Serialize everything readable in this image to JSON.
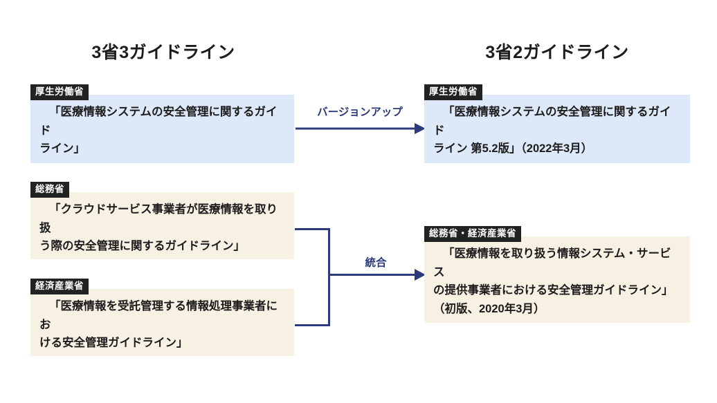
{
  "diagram": {
    "columns": {
      "left_title": "3省3ガイドライン",
      "right_title": "3省2ガイドライン"
    },
    "colors": {
      "blue_card": "#dde8f8",
      "cream_card": "#f7f1e3",
      "badge": "#222222",
      "connector": "#2b3a7a",
      "text": "#1b1b1b",
      "background": "#ffffff"
    },
    "cards": {
      "mhlw_old": {
        "badge": "厚生労働省",
        "line1": "「医療情報システムの安全管理に関するガイド",
        "line2": "ライン」",
        "tone": "blue"
      },
      "mhlw_new": {
        "badge": "厚生労働省",
        "line1": "「医療情報システムの安全管理に関するガイド",
        "line2": "ライン 第5.2版」（2022年3月）",
        "tone": "blue"
      },
      "soumu": {
        "badge": "総務省",
        "line1": "「クラウドサービス事業者が医療情報を取り扱",
        "line2": "う際の安全管理に関するガイドライン」",
        "tone": "cream"
      },
      "meti": {
        "badge": "経済産業省",
        "line1": "「医療情報を受託管理する情報処理事業者にお",
        "line2": "ける安全管理ガイドライン」",
        "tone": "cream"
      },
      "merged": {
        "badge": "総務省・経済産業省",
        "line1": "「医療情報を取り扱う情報システム・サービス",
        "line2": "の提供事業者における安全管理ガイドライン」",
        "line3": "（初版、2020年3月）",
        "tone": "cream"
      }
    },
    "connectors": {
      "version_up_label": "バージョンアップ",
      "merge_label": "統合"
    }
  }
}
